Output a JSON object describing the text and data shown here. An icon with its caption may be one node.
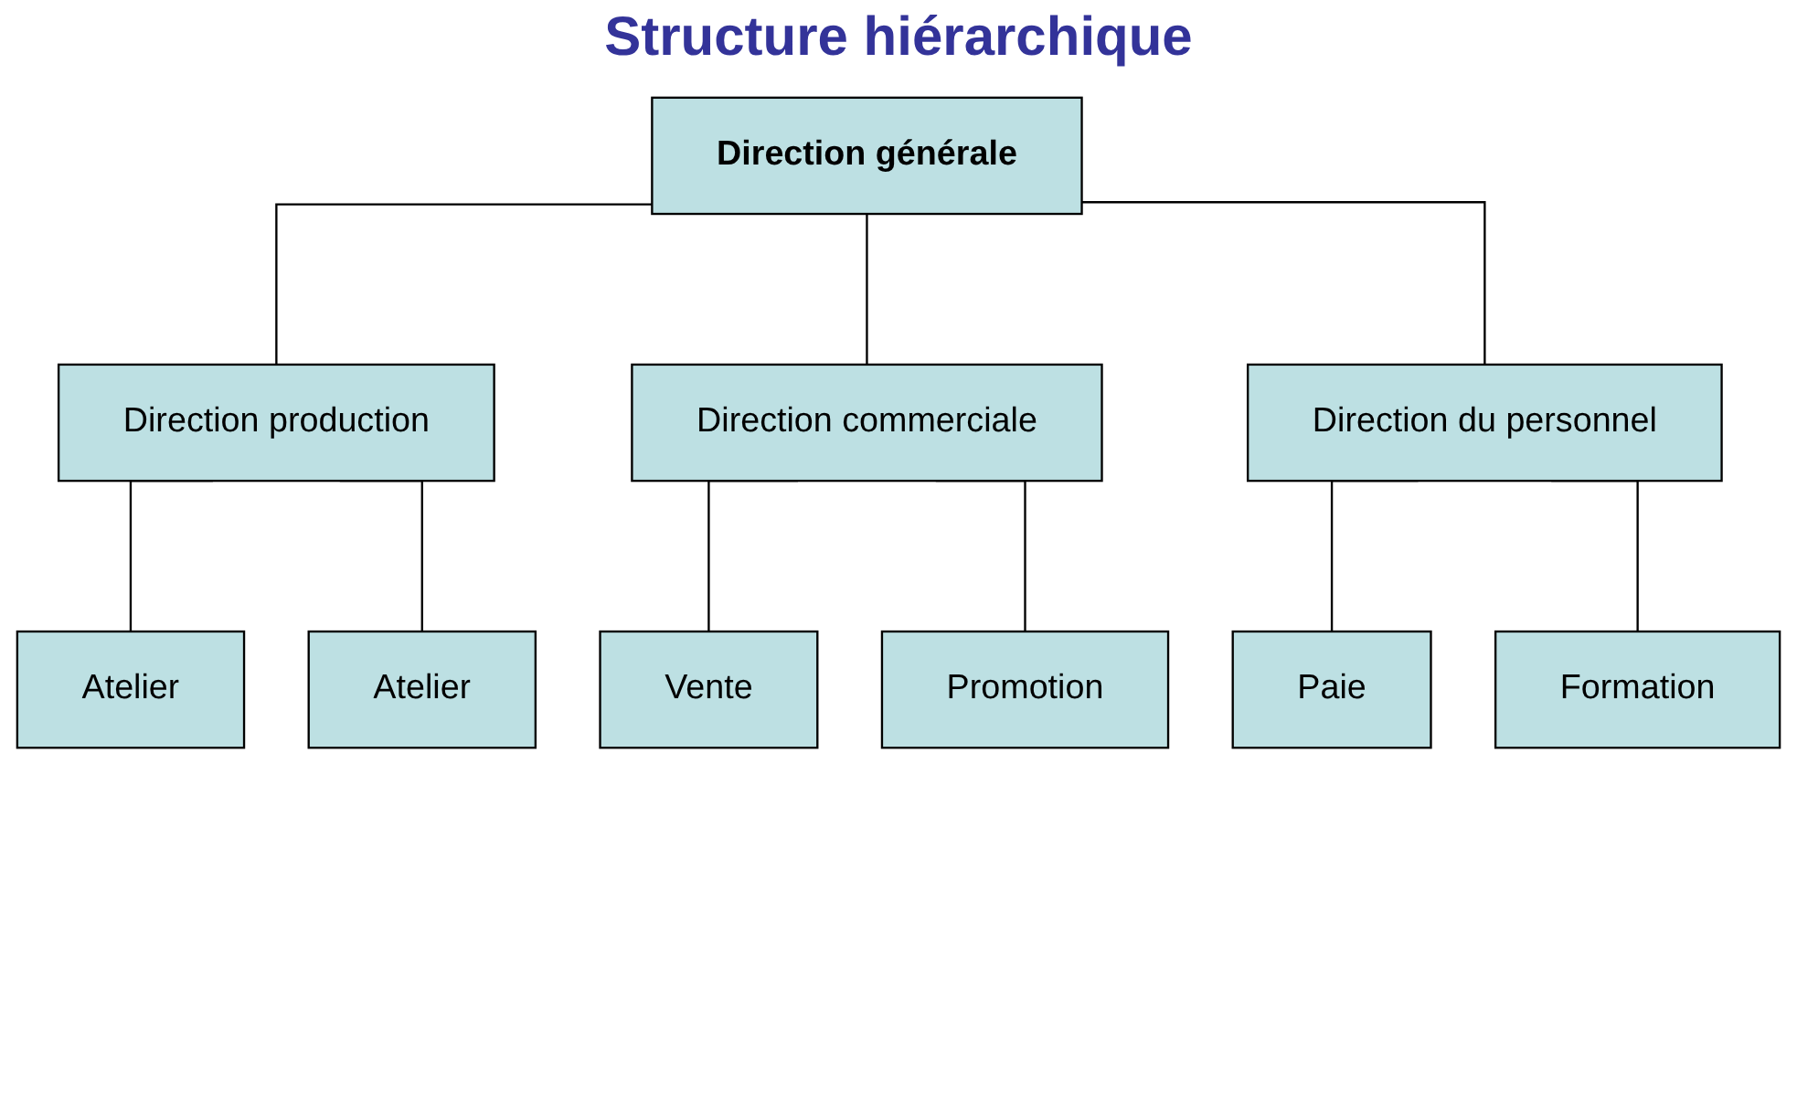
{
  "diagram": {
    "title": "Structure hiérarchique",
    "nodes": [
      {
        "text": [
          "Direction générale"
        ]
      },
      {
        "text": [
          "Direction production"
        ]
      },
      {
        "text": [
          "Direction commerciale"
        ]
      },
      {
        "text": [
          "Direction du personnel"
        ]
      },
      {
        "text": [
          "Atelier"
        ]
      },
      {
        "text": [
          "Atelier"
        ]
      },
      {
        "text": [
          "Vente"
        ]
      },
      {
        "text": [
          "Promotion"
        ]
      },
      {
        "text": [
          "Paie"
        ]
      },
      {
        "text": [
          "Formation"
        ]
      }
    ],
    "edges": [
      {
        "from": 0,
        "to": 1,
        "arrow": "none"
      },
      {
        "from": 0,
        "to": 2,
        "arrow": "none"
      },
      {
        "from": 0,
        "to": 3,
        "arrow": "none"
      },
      {
        "from": 1,
        "to": 4,
        "arrow": "none"
      },
      {
        "from": 1,
        "to": 5,
        "arrow": "none"
      },
      {
        "from": 2,
        "to": 6,
        "arrow": "none"
      },
      {
        "from": 2,
        "to": 7,
        "arrow": "none"
      },
      {
        "from": 3,
        "to": 8,
        "arrow": "none"
      },
      {
        "from": 3,
        "to": 9,
        "arrow": "none"
      }
    ]
  }
}
